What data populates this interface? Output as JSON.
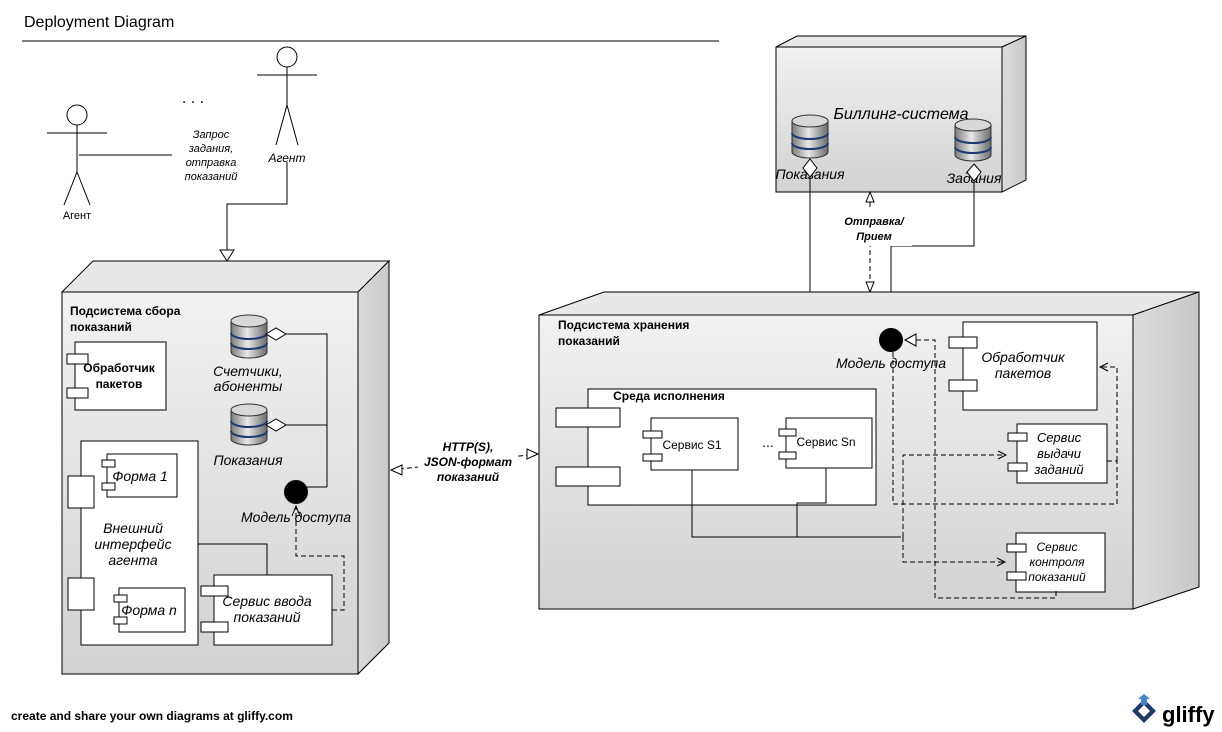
{
  "title": "Deployment Diagram",
  "actors": {
    "left_label": "Агент",
    "right_label": "Агент",
    "ellipsis": ". . .",
    "request_label": [
      "Запрос",
      "задания,",
      "отправка",
      "показаний"
    ]
  },
  "collect_subsystem": {
    "title_lines": [
      "Подсистема сбора",
      "показаний"
    ],
    "packet_handler_lines": [
      "Обработчик",
      "пакетов"
    ],
    "db_meters_lines": [
      "Счетчики,",
      "абоненты"
    ],
    "db_readings": "Показания",
    "access_model": "Модель доступа",
    "agent_interface_lines": [
      "Внешний",
      "интерфейс",
      "агента"
    ],
    "form1": "Форма 1",
    "formn": "Форма n",
    "input_service_lines": [
      "Сервис ввода",
      "показаний"
    ]
  },
  "http_label": [
    "HTTP(S),",
    "JSON-формат",
    "показаний"
  ],
  "billing": {
    "title": "Биллинг-система",
    "db_readings": "Показания",
    "db_tasks": "Задания",
    "send_receive_lines": [
      "Отправка/",
      "Прием"
    ]
  },
  "storage_subsystem": {
    "title_lines": [
      "Подсистема хранения",
      "показаний"
    ],
    "access_model": "Модель доступа",
    "packet_handler_lines": [
      "Обработчик",
      "пакетов"
    ],
    "runtime": "Среда исполнения",
    "service_s1": "Сервис S1",
    "ellipsis": "...",
    "service_sn": "Сервис Sn",
    "issue_service_lines": [
      "Сервис",
      "выдачи",
      "заданий"
    ],
    "control_service_lines": [
      "Сервис",
      "контроля",
      "показаний"
    ]
  },
  "footer": {
    "promo": "create and share your own diagrams at gliffy.com",
    "logo": "gliffy"
  }
}
